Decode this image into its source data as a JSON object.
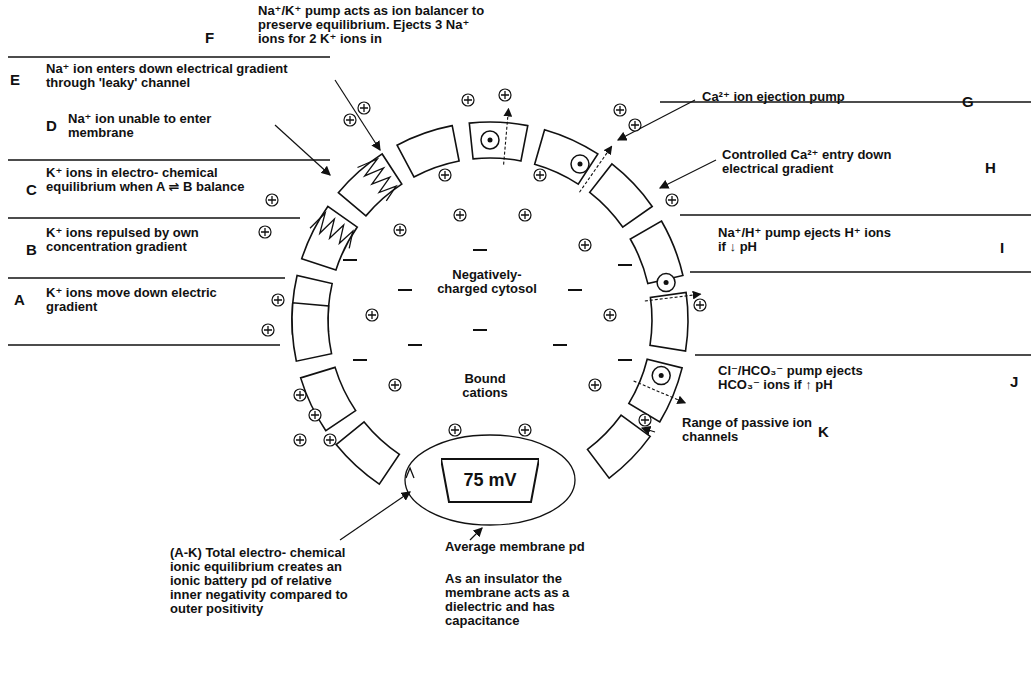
{
  "diagram": {
    "nodes": [
      {
        "text": [
          "75 mV"
        ]
      }
    ],
    "labels": [
      "Na⁺/K⁺ pump acts as ion balancer to preserve equilibrium. Ejects 3 Na⁺ ions for 2 K⁺ ions in",
      "F",
      "Na⁺ ion enters down electrical gradient through 'leaky' channel",
      "E",
      "Na⁺ ion unable to enter membrane",
      "D",
      "K⁺ ions in electro- chemical equilibrium when A ⇌ B balance",
      "C",
      "K⁺ ions repulsed by own concentration gradient",
      "B",
      "K⁺ ions move down electric gradient",
      "A",
      "(A-K) Total electro- chemical ionic equilibrium creates an ionic battery pd of relative inner negativity compared to outer positivity",
      "Average membrane pd",
      "As an insulator the membrane acts as a dielectric and has capacitance",
      "Range of passive ion channels",
      "K",
      "Cl⁻/HCO₃⁻ pump ejects HCO₃⁻ ions if ↑ pH",
      "J",
      "Na⁺/H⁺ pump ejects H⁺ ions if ↓ pH",
      "I",
      "Controlled Ca²⁺ entry down electrical gradient",
      "H",
      "Ca²⁺ ion ejection pump",
      "G",
      "Negatively- charged cytosol",
      "Bound cations"
    ]
  }
}
